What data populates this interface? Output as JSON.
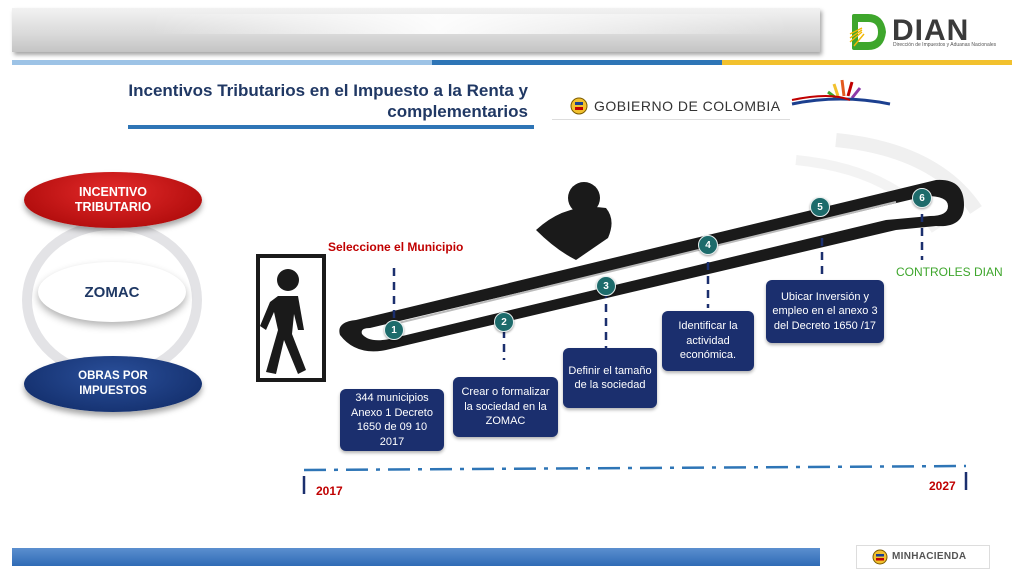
{
  "header": {
    "title_line1": "Incentivos Tributarios en el Impuesto a la Renta y",
    "title_line2": "complementarios",
    "gobierno": "GOBIERNO DE COLOMBIA",
    "dian_logo": "DIAN",
    "dian_sub": "Dirección de Impuestos y Aduanas Nacionales"
  },
  "menu": {
    "incentivo": [
      "INCENTIVO",
      "TRIBUTARIO"
    ],
    "zomac": "ZOMAC",
    "obras": [
      "OBRAS POR",
      "IMPUESTOS"
    ]
  },
  "process": {
    "select_label": "Seleccione el Municipio",
    "controls_label": "CONTROLES  DIAN",
    "steps": [
      {
        "number": "1",
        "text": "344 municipios Anexo 1 Decreto 1650 de 09 10 2017"
      },
      {
        "number": "2",
        "text": "Crear o formalizar la sociedad en la ZOMAC"
      },
      {
        "number": "3",
        "text": "Definir el tamaño de la sociedad"
      },
      {
        "number": "4",
        "text": "Identificar la actividad económica."
      },
      {
        "number": "5",
        "text": "Ubicar Inversión y empleo en el anexo 3 del Decreto 1650 /17"
      },
      {
        "number": "6",
        "text": ""
      }
    ]
  },
  "timeline": {
    "start_year": "2017",
    "end_year": "2027"
  },
  "footer": {
    "ministry": "MINHACIENDA"
  },
  "colors": {
    "title": "#203864",
    "accent_blue": "#2e75b6",
    "red": "#c00000",
    "navy": "#1b2f6e",
    "teal": "#1d6b6b",
    "green": "#3ea62c"
  }
}
